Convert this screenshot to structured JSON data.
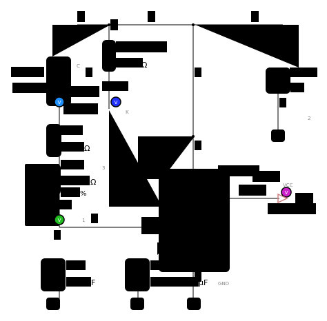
{
  "labels": {
    "ohm_1": "Ω",
    "ohm_2": "Ω",
    "ohm_3": "Ω",
    "percent": "%",
    "farad_1": "F",
    "farad_2": "μF",
    "vcc": "VCC",
    "gnd": "GND",
    "num_1": "1",
    "num_2": "2",
    "num_3": "3",
    "letter_c": "C",
    "letter_k": "K"
  },
  "probes": {
    "probe_a": "V",
    "probe_b": "V",
    "probe_c": "V",
    "probe_d": "V"
  },
  "colors": {
    "probe_a": "#1e90ff",
    "probe_b": "#2233ff",
    "probe_c": "#22bb22",
    "probe_d": "#cc22cc",
    "arrow": "#d08080",
    "wire": "#000000"
  }
}
